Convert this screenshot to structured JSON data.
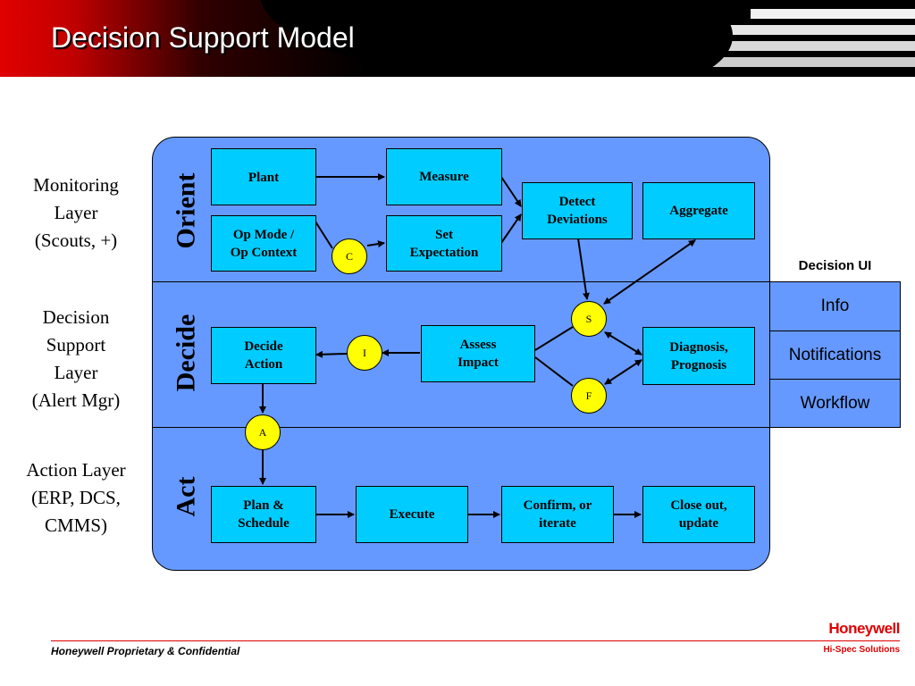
{
  "slide": {
    "title": "Decision Support Model",
    "footer": "Honeywell Proprietary & Confidential",
    "logo": "Honeywell",
    "logo_sub": "Hi-Spec Solutions"
  },
  "layers": {
    "monitoring": "Monitoring\nLayer\n(Scouts, +)",
    "decision": "Decision\nSupport\nLayer\n(Alert Mgr)",
    "action": "Action Layer\n(ERP, DCS,\nCMMS)"
  },
  "sections": {
    "orient": "Orient",
    "decide": "Decide",
    "act": "Act"
  },
  "boxes": {
    "plant": "Plant",
    "measure": "Measure",
    "op_mode": "Op Mode /\nOp Context",
    "set_expectation": "Set\nExpectation",
    "detect_deviations": "Detect\nDeviations",
    "aggregate": "Aggregate",
    "decide_action": "Decide\nAction",
    "assess_impact": "Assess\nImpact",
    "diagnosis": "Diagnosis,\nPrognosis",
    "plan_schedule": "Plan &\nSchedule",
    "execute": "Execute",
    "confirm": "Confirm, or\niterate",
    "close_out": "Close out,\nupdate"
  },
  "circles": {
    "c": "C",
    "s": "S",
    "i": "I",
    "f": "F",
    "a": "A"
  },
  "decision_ui": {
    "header": "Decision UI",
    "items": [
      "Info",
      "Notifications",
      "Workflow"
    ]
  },
  "colors": {
    "panel": "#6699ff",
    "box": "#00ccff",
    "circle": "#ffff00",
    "brand_red": "#e00000"
  }
}
